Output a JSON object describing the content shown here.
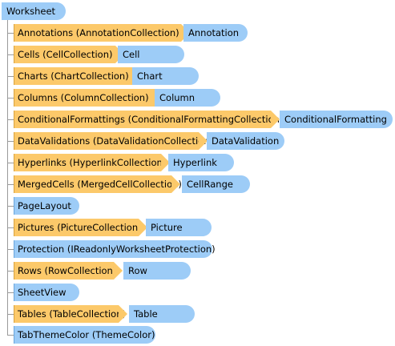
{
  "root": {
    "label": "Worksheet"
  },
  "members": [
    {
      "collection": "Annotations (AnnotationCollection)",
      "item": "Annotation"
    },
    {
      "collection": "Cells (CellCollection)",
      "item": "Cell"
    },
    {
      "collection": "Charts (ChartCollection)",
      "item": "Chart"
    },
    {
      "collection": "Columns (ColumnCollection)",
      "item": "Column"
    },
    {
      "collection": "ConditionalFormattings (ConditionalFormattingCollection)",
      "item": "ConditionalFormatting"
    },
    {
      "collection": "DataValidations (DataValidationCollection)",
      "item": "DataValidation"
    },
    {
      "collection": "Hyperlinks (HyperlinkCollection)",
      "item": "Hyperlink"
    },
    {
      "collection": "MergedCells (MergedCellCollection)",
      "item": "CellRange"
    },
    {
      "leaf": "PageLayout"
    },
    {
      "collection": "Pictures (PictureCollection)",
      "item": "Picture"
    },
    {
      "leaf": "Protection (IReadonlyWorksheetProtection)"
    },
    {
      "collection": "Rows (RowCollection)",
      "item": "Row"
    },
    {
      "leaf": "SheetView"
    },
    {
      "collection": "Tables (TableCollection)",
      "item": "Table"
    },
    {
      "leaf": "TabThemeColor (ThemeColor)"
    }
  ],
  "colors": {
    "collection_fill": "#fcc96a",
    "item_fill": "#9dccf7",
    "connector": "#9a9a9a"
  }
}
